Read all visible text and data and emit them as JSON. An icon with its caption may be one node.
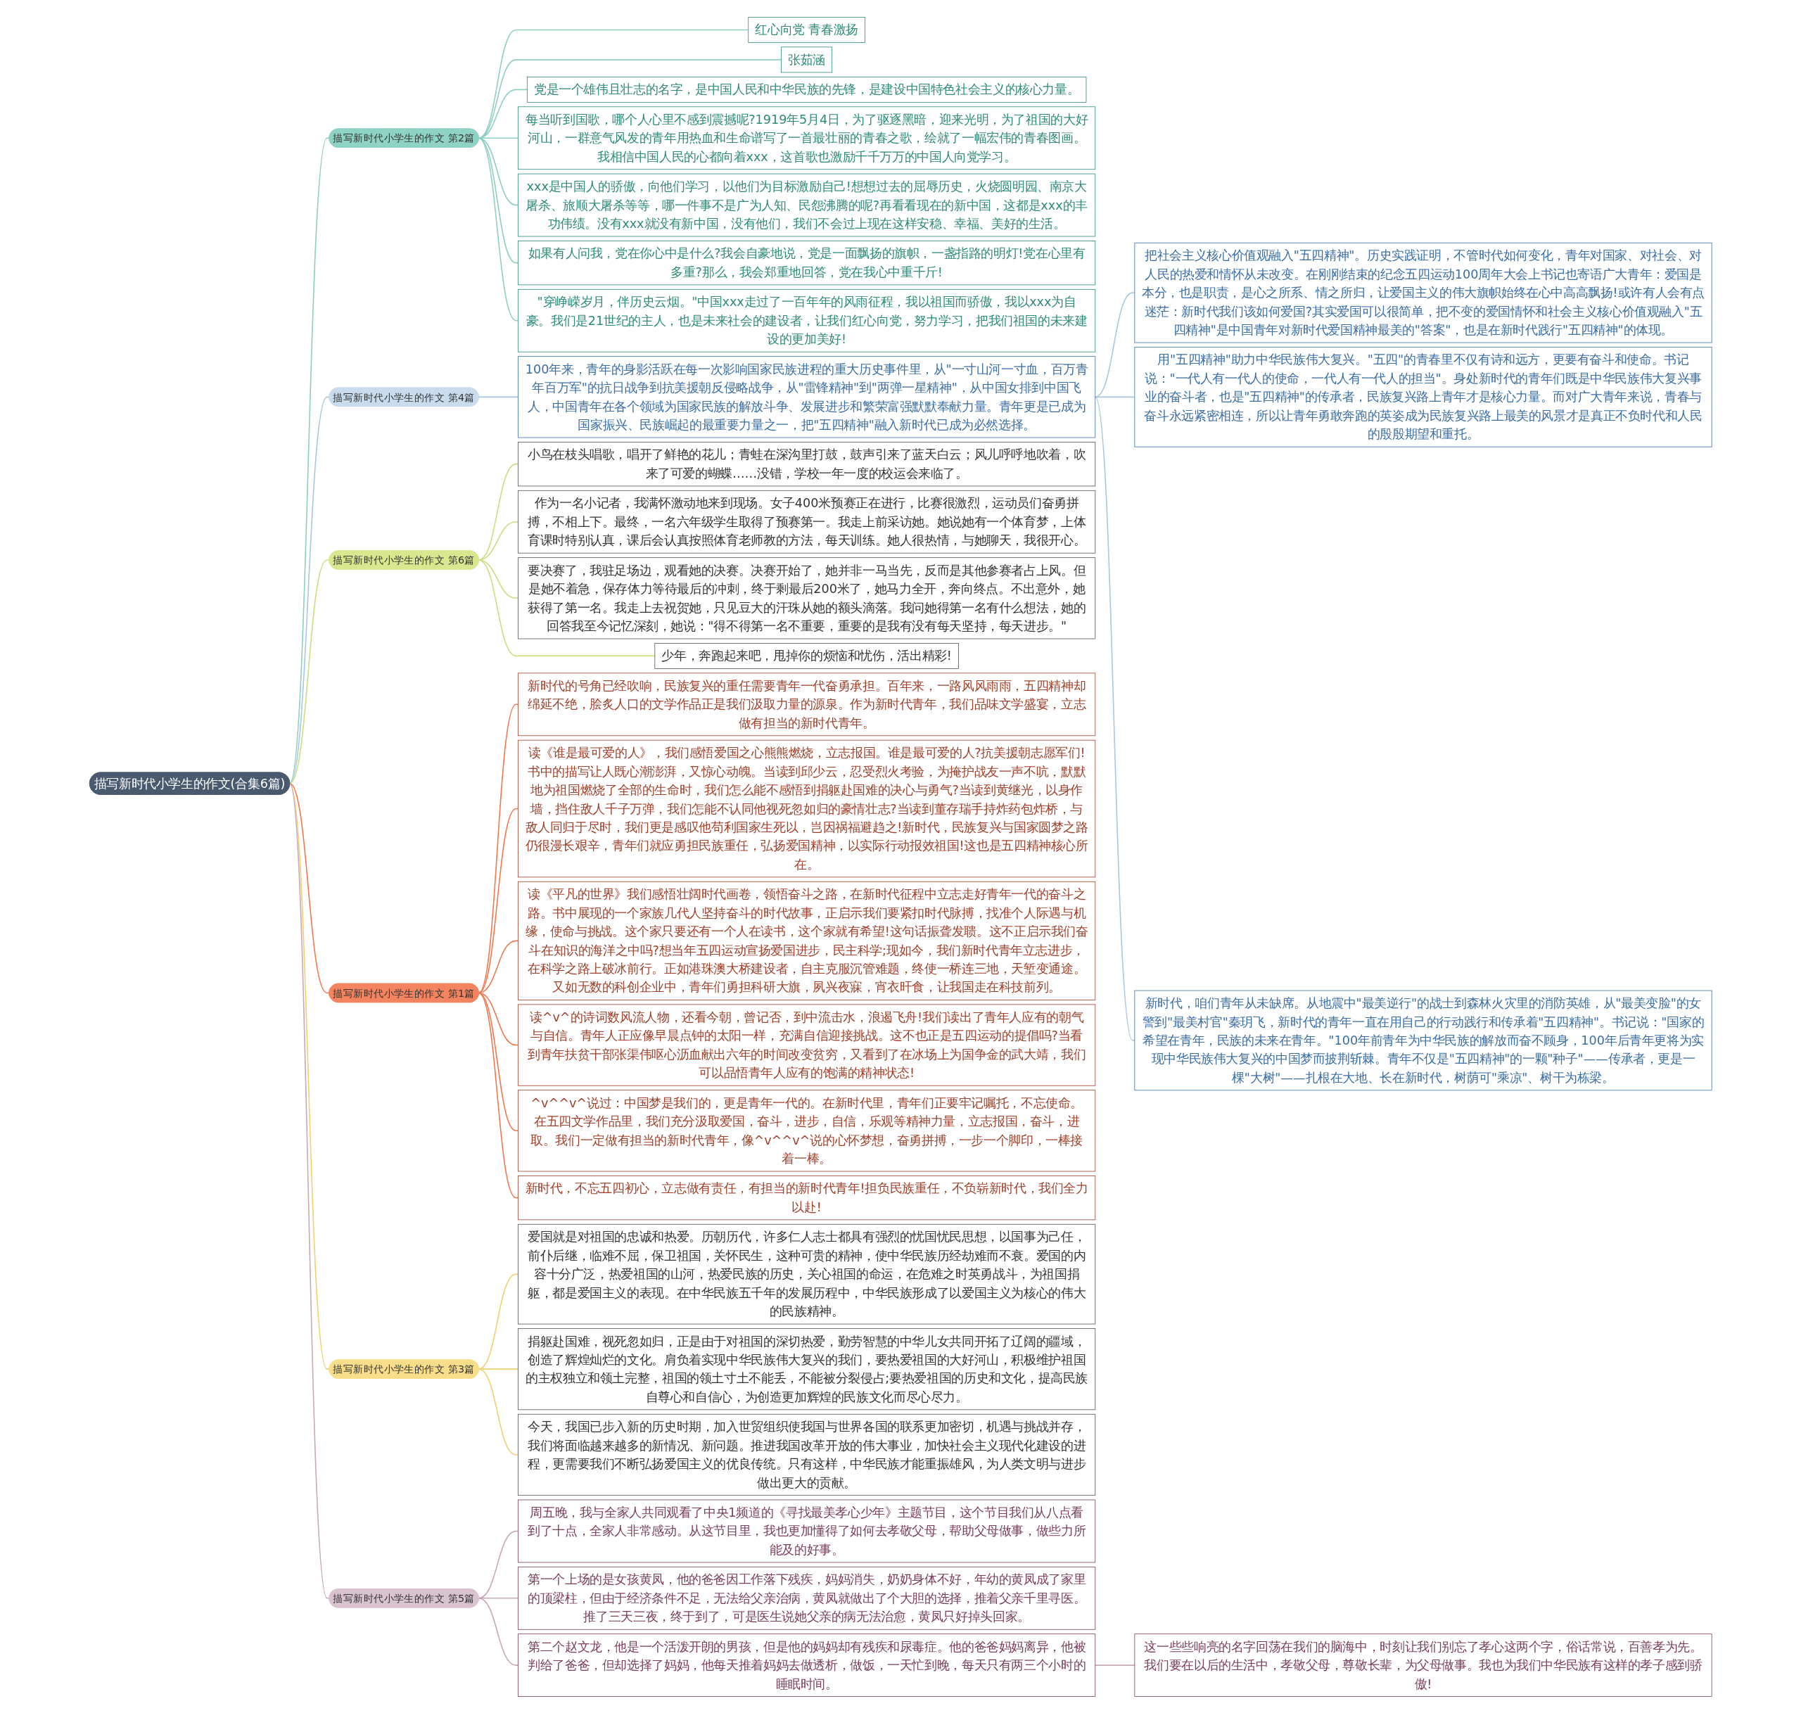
{
  "diagram": {
    "nodes": [
      {
        "text": [
          "描写新时代小学生的作文(合集6篇)"
        ]
      },
      {
        "text": [
          "描写新时代小学生的作文 第2篇"
        ]
      },
      {
        "text": [
          "红心向党 青春激扬"
        ]
      },
      {
        "text": [
          "张茹涵"
        ]
      },
      {
        "text": [
          "党是一个雄伟且壮志的名字，是中国人民和中华民族的先锋，是建设中国特色社会主义的核心力量。"
        ]
      },
      {
        "text": [
          "每当听到国歌，哪个人心里不感到震撼呢?1919年5月4日，为了驱逐黑暗，迎来光明，为了祖国的大好河山，一群意气风发的青年用热血和生命谱写了一首最壮丽的青春之歌，绘就了一幅宏伟的青春图画。我相信中国人民的心都向着xxx，这首歌也激励千千万万的中国人向党学习。"
        ]
      },
      {
        "text": [
          "xxx是中国人的骄傲，向他们学习，以他们为目标激励自己!想想过去的屈辱历史，火烧圆明园、南京大屠杀、旅顺大屠杀等等，哪一件事不是广为人知、民怨沸腾的呢?再看看现在的新中国，这都是xxx的丰功伟绩。没有xxx就没有新中国，没有他们，我们不会过上现在这样安稳、幸福、美好的生活。"
        ]
      },
      {
        "text": [
          "如果有人问我，党在你心中是什么?我会自豪地说，党是一面飘扬的旗帜，一盏指路的明灯!党在心里有多重?那么，我会郑重地回答，党在我心中重千斤!"
        ]
      },
      {
        "text": [
          "\"穿峥嵘岁月，伴历史云烟。\"中国xxx走过了一百年年的风雨征程，我以祖国而骄傲，我以xxx为自豪。我们是21世纪的主人，也是未来社会的建设者，让我们红心向党，努力学习，把我们祖国的未来建设的更加美好!"
        ]
      },
      {
        "text": [
          "描写新时代小学生的作文 第4篇"
        ]
      },
      {
        "text": [
          "100年来，青年的身影活跃在每一次影响国家民族进程的重大历史事件里，从\"一寸山河一寸血，百万青年百万军\"的抗日战争到抗美援朝反侵略战争，从\"雷锋精神\"到\"两弹一星精神\"，从中国女排到中国飞人，中国青年在各个领域为国家民族的解放斗争、发展进步和繁荣富强默默奉献力量。青年更是已成为国家振兴、民族崛起的最重要力量之一，把\"五四精神\"融入新时代已成为必然选择。"
        ]
      },
      {
        "text": [
          "把社会主义核心价值观融入\"五四精神\"。历史实践证明，不管时代如何变化，青年对国家、对社会、对人民的热爱和情怀从未改变。在刚刚结束的纪念五四运动100周年大会上书记也寄语广大青年：爱国是本分，也是职责，是心之所系、情之所归，让爱国主义的伟大旗帜始终在心中高高飘扬!或许有人会有点迷茫：新时代我们该如何爱国?其实爱国可以很简单，把不变的爱国情怀和社会主义核心价值观融入\"五四精神\"是中国青年对新时代爱国精神最美的\"答案\"，也是在新时代践行\"五四精神\"的体现。"
        ]
      },
      {
        "text": [
          "用\"五四精神\"助力中华民族伟大复兴。\"五四\"的青春里不仅有诗和远方，更要有奋斗和使命。书记说：\"一代人有一代人的使命，一代人有一代人的担当\"。身处新时代的青年们既是中华民族伟大复兴事业的奋斗者，也是\"五四精神\"的传承者，民族复兴路上青年才是核心力量。而对广大青年来说，青春与奋斗永远紧密相连，所以让青年勇敢奔跑的英姿成为民族复兴路上最美的风景才是真正不负时代和人民的殷殷期望和重托。"
        ]
      },
      {
        "text": [
          "新时代，咱们青年从未缺席。从地震中\"最美逆行\"的战士到森林火灾里的消防英雄，从\"最美变脸\"的女警到\"最美村官\"秦玥飞，新时代的青年一直在用自己的行动践行和传承着\"五四精神\"。书记说：\"国家的希望在青年，民族的未来在青年。\"100年前青年为中华民族的解放而奋不顾身，100年后青年更将为实现中华民族伟大复兴的中国梦而披荆斩棘。青年不仅是\"五四精神\"的一颗\"种子\"——传承者，更是一棵\"大树\"——扎根在大地、长在新时代，树荫可\"乘凉\"、树干为栋梁。"
        ]
      },
      {
        "text": [
          "描写新时代小学生的作文 第6篇"
        ]
      },
      {
        "text": [
          "小鸟在枝头唱歌，唱开了鲜艳的花儿；青蛙在深沟里打鼓，鼓声引来了蓝天白云；风儿呼呼地吹着，吹来了可爱的蝴蝶……没错，学校一年一度的校运会来临了。"
        ]
      },
      {
        "text": [
          "作为一名小记者，我满怀激动地来到现场。女子400米预赛正在进行，比赛很激烈，运动员们奋勇拼搏，不相上下。最终，一名六年级学生取得了预赛第一。我走上前采访她。她说她有一个体育梦，上体育课时特别认真，课后会认真按照体育老师教的方法，每天训练。她人很热情，与她聊天，我很开心。"
        ]
      },
      {
        "text": [
          "要决赛了，我驻足场边，观看她的决赛。决赛开始了，她并非一马当先，反而是其他参赛者占上风。但是她不着急，保存体力等待最后的冲刺，终于剩最后200米了，她马力全开，奔向终点。不出意外，她获得了第一名。我走上去祝贺她，只见豆大的汗珠从她的额头滴落。我问她得第一名有什么想法，她的回答我至今记忆深刻，她说：\"得不得第一名不重要，重要的是我有没有每天坚持，每天进步。\""
        ]
      },
      {
        "text": [
          "少年，奔跑起来吧，甩掉你的烦恼和忧伤，活出精彩!"
        ]
      },
      {
        "text": [
          "描写新时代小学生的作文 第1篇"
        ]
      },
      {
        "text": [
          "新时代的号角已经吹响，民族复兴的重任需要青年一代奋勇承担。百年来，一路风风雨雨，五四精神却绵延不绝，脍炙人口的文学作品正是我们汲取力量的源泉。作为新时代青年，我们品味文学盛宴，立志做有担当的新时代青年。"
        ]
      },
      {
        "text": [
          "读《谁是最可爱的人》，我们感悟爱国之心熊熊燃烧，立志报国。谁是最可爱的人?抗美援朝志愿军们!书中的描写让人既心潮澎湃，又惊心动魄。当读到邱少云，忍受烈火考验，为掩护战友一声不吭，默默地为祖国燃烧了全部的生命时，我们怎么能不感悟到捐躯赴国难的决心与勇气?当读到黄继光，以身作墙，挡住敌人千子万弹，我们怎能不认同他视死忽如归的豪情壮志?当读到董存瑞手持炸药包炸桥，与敌人同归于尽时，我们更是感叹他苟利国家生死以，岂因祸福避趋之!新时代，民族复兴与国家圆梦之路仍很漫长艰辛，青年们就应勇担民族重任，弘扬爱国精神，以实际行动报效祖国!这也是五四精神核心所在。"
        ]
      },
      {
        "text": [
          "读《平凡的世界》我们感悟壮阔时代画卷，领悟奋斗之路，在新时代征程中立志走好青年一代的奋斗之路。书中展现的一个家族几代人坚持奋斗的时代故事，正启示我们要紧扣时代脉搏，找准个人际遇与机缘，使命与挑战。这个家只要还有一个人在读书，这个家就有希望!这句话振聋发聩。这不正启示我们奋斗在知识的海洋之中吗?想当年五四运动宣扬爱国进步，民主科学;现如今，我们新时代青年立志进步，在科学之路上破冰前行。正如港珠澳大桥建设者，自主克服沉管难题，终使一桥连三地，天堑变通途。又如无数的科创企业中，青年们勇担科研大旗，夙兴夜寐，宵衣旰食，让我国走在科技前列。"
        ]
      },
      {
        "text": [
          "读^v^的诗词数风流人物，还看今朝，曾记否，到中流击水，浪遏飞舟!我们读出了青年人应有的朝气与自信。青年人正应像早晨点钟的太阳一样，充满自信迎接挑战。这不也正是五四运动的提倡吗?当看到青年扶贫干部张渠伟呕心沥血献出六年的时间改变贫穷，又看到了在冰场上为国争金的武大靖，我们可以品悟青年人应有的饱满的精神状态!"
        ]
      },
      {
        "text": [
          "^v^^v^说过：中国梦是我们的，更是青年一代的。在新时代里，青年们正要牢记嘱托，不忘使命。在五四文学作品里，我们充分汲取爱国，奋斗，进步，自信，乐观等精神力量，立志报国，奋斗，进取。我们一定做有担当的新时代青年，像^v^^v^说的心怀梦想，奋勇拼搏，一步一个脚印，一棒接着一棒。"
        ]
      },
      {
        "text": [
          "新时代，不忘五四初心，立志做有责任，有担当的新时代青年!担负民族重任，不负崭新时代，我们全力以赴!"
        ]
      },
      {
        "text": [
          "描写新时代小学生的作文 第3篇"
        ]
      },
      {
        "text": [
          "爱国就是对祖国的忠诚和热爱。历朝历代，许多仁人志士都具有强烈的忧国忧民思想，以国事为己任，前仆后继，临难不屈，保卫祖国，关怀民生，这种可贵的精神，使中华民族历经劫难而不衰。爱国的内容十分广泛，热爱祖国的山河，热爱民族的历史，关心祖国的命运，在危难之时英勇战斗，为祖国捐躯，都是爱国主义的表现。在中华民族五千年的发展历程中，中华民族形成了以爱国主义为核心的伟大的民族精神。"
        ]
      },
      {
        "text": [
          "捐躯赴国难，视死忽如归，正是由于对祖国的深切热爱，勤劳智慧的中华儿女共同开拓了辽阔的疆域，创造了辉煌灿烂的文化。肩负着实现中华民族伟大复兴的我们，要热爱祖国的大好河山，积极维护祖国的主权独立和领土完整，祖国的领土寸土不能丢，不能被分裂侵占;要热爱祖国的历史和文化，提高民族自尊心和自信心，为创造更加辉煌的民族文化而尽心尽力。"
        ]
      },
      {
        "text": [
          "今天，我国已步入新的历史时期，加入世贸组织使我国与世界各国的联系更加密切，机遇与挑战并存，我们将面临越来越多的新情况、新问题。推进我国改革开放的伟大事业，加快社会主义现代化建设的进程，更需要我们不断弘扬爱国主义的优良传统。只有这样，中华民族才能重振雄风，为人类文明与进步做出更大的贡献。"
        ]
      },
      {
        "text": [
          "描写新时代小学生的作文 第5篇"
        ]
      },
      {
        "text": [
          "周五晚，我与全家人共同观看了中央1频道的《寻找最美孝心少年》主题节目，这个节目我们从八点看到了十点，全家人非常感动。从这节目里，我也更加懂得了如何去孝敬父母，帮助父母做事，做些力所能及的好事。"
        ]
      },
      {
        "text": [
          "第一个上场的是女孩黄凤，他的爸爸因工作落下残疾，妈妈消失，奶奶身体不好，年幼的黄凤成了家里的顶梁柱，但由于经济条件不足，无法给父亲治病，黄凤就做出了个大胆的选择，推着父亲千里寻医。推了三天三夜，终于到了，可是医生说她父亲的病无法治愈，黄凤只好掉头回家。"
        ]
      },
      {
        "text": [
          "第二个赵文龙，他是一个活泼开朗的男孩，但是他的妈妈却有残疾和尿毒症。他的爸爸妈妈离异，他被判给了爸爸，但却选择了妈妈，他每天推着妈妈去做透析，做饭，一天忙到晚，每天只有两三个小时的睡眠时间。"
        ]
      },
      {
        "text": [
          "这一些些响亮的名字回荡在我们的脑海中，时刻让我们别忘了孝心这两个字，俗话常说，百善孝为先。我们要在以后的生活中，孝敬父母，尊敬长辈，为父母做事。我也为我们中华民族有这样的孝子感到骄傲!"
        ]
      }
    ],
    "edges": [
      {
        "from": 0,
        "to": 1,
        "arrow": "none",
        "color": "#8fcfc3"
      },
      {
        "from": 1,
        "to": 2,
        "arrow": "none",
        "color": "#8fcfc3"
      },
      {
        "from": 1,
        "to": 3,
        "arrow": "none",
        "color": "#8fcfc3"
      },
      {
        "from": 1,
        "to": 4,
        "arrow": "none",
        "color": "#8fcfc3"
      },
      {
        "from": 1,
        "to": 5,
        "arrow": "none",
        "color": "#8fcfc3"
      },
      {
        "from": 1,
        "to": 6,
        "arrow": "none",
        "color": "#8fcfc3"
      },
      {
        "from": 1,
        "to": 7,
        "arrow": "none",
        "color": "#8fcfc3"
      },
      {
        "from": 1,
        "to": 8,
        "arrow": "none",
        "color": "#8fcfc3"
      },
      {
        "from": 0,
        "to": 9,
        "arrow": "none",
        "color": "#a9c8e0"
      },
      {
        "from": 9,
        "to": 10,
        "arrow": "none",
        "color": "#a9c8e0"
      },
      {
        "from": 10,
        "to": 11,
        "arrow": "none",
        "color": "#a9c8e0"
      },
      {
        "from": 10,
        "to": 12,
        "arrow": "none",
        "color": "#a9c8e0"
      },
      {
        "from": 10,
        "to": 13,
        "arrow": "none",
        "color": "#a9c8e0"
      },
      {
        "from": 0,
        "to": 14,
        "arrow": "none",
        "color": "#c9df7f"
      },
      {
        "from": 14,
        "to": 15,
        "arrow": "none",
        "color": "#c9df7f"
      },
      {
        "from": 14,
        "to": 16,
        "arrow": "none",
        "color": "#c9df7f"
      },
      {
        "from": 14,
        "to": 17,
        "arrow": "none",
        "color": "#c9df7f"
      },
      {
        "from": 14,
        "to": 18,
        "arrow": "none",
        "color": "#c9df7f"
      },
      {
        "from": 0,
        "to": 19,
        "arrow": "none",
        "color": "#f07850"
      },
      {
        "from": 19,
        "to": 20,
        "arrow": "none",
        "color": "#f07850"
      },
      {
        "from": 19,
        "to": 21,
        "arrow": "none",
        "color": "#f07850"
      },
      {
        "from": 19,
        "to": 22,
        "arrow": "none",
        "color": "#f07850"
      },
      {
        "from": 19,
        "to": 23,
        "arrow": "none",
        "color": "#f07850"
      },
      {
        "from": 19,
        "to": 24,
        "arrow": "none",
        "color": "#f07850"
      },
      {
        "from": 19,
        "to": 25,
        "arrow": "none",
        "color": "#f07850"
      },
      {
        "from": 0,
        "to": 26,
        "arrow": "none",
        "color": "#f0d070"
      },
      {
        "from": 26,
        "to": 27,
        "arrow": "none",
        "color": "#f0d070"
      },
      {
        "from": 26,
        "to": 28,
        "arrow": "none",
        "color": "#f0d070"
      },
      {
        "from": 26,
        "to": 29,
        "arrow": "none",
        "color": "#f0d070"
      },
      {
        "from": 0,
        "to": 30,
        "arrow": "none",
        "color": "#c8a8b8"
      },
      {
        "from": 30,
        "to": 31,
        "arrow": "none",
        "color": "#c8a8b8"
      },
      {
        "from": 30,
        "to": 32,
        "arrow": "none",
        "color": "#c8a8b8"
      },
      {
        "from": 30,
        "to": 33,
        "arrow": "none",
        "color": "#c8a8b8"
      },
      {
        "from": 33,
        "to": 34,
        "arrow": "none",
        "color": "#c8a8b8"
      }
    ]
  }
}
